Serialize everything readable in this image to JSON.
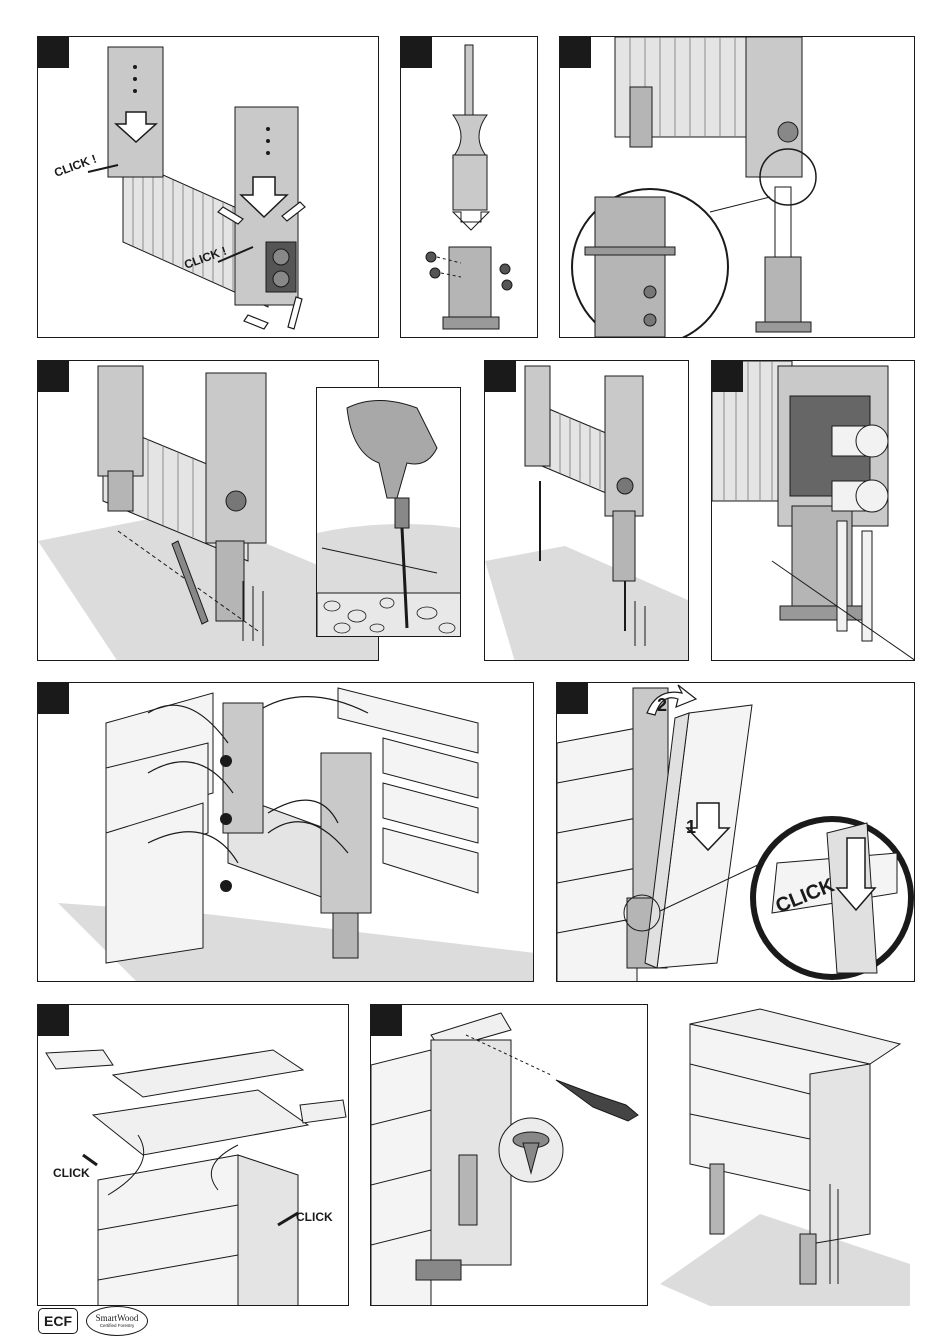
{
  "labels": {
    "click_1": "CLICK !",
    "click_2": "CLICK !",
    "click_3": "CLICK",
    "click_4": "CLICK",
    "click_5": "CLICK",
    "step_one": "1",
    "step_two": "2"
  },
  "footer": {
    "ecf": "ECF",
    "smartwood": "SmartWood",
    "smartwood_sub": "Certified Forestry"
  },
  "colors": {
    "metal": "#c9c9c9",
    "metal_dark": "#8e8e8e",
    "floor": "#dcdcdc",
    "line": "#1a1a1a"
  }
}
